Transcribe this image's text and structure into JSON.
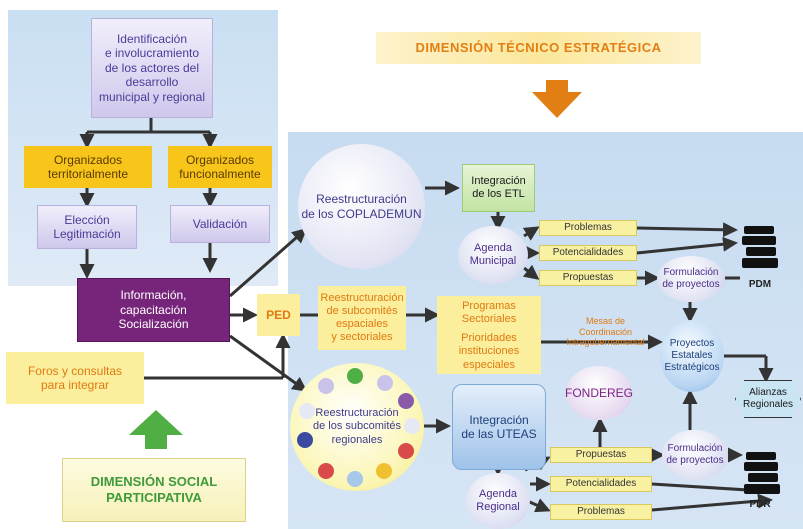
{
  "colors": {
    "accent_orange": "#e27f14",
    "accent_green": "#4fae44",
    "purple": "#77257a",
    "lavender": "#4b3a98"
  },
  "headers": {
    "tecnico": "DIMENSIÓN TÉCNICO ESTRATÉGICA",
    "social": "DIMENSIÓN SOCIAL\nPARTICIPATIVA"
  },
  "left": {
    "identificacion": "Identificación\ne involucramiento\nde los actores del\ndesarrollo\nmunicipal y regional",
    "territorial": "Organizados\nterritorialmente",
    "funcional": "Organizados\nfuncionalmente",
    "eleccion": "Elección\nLegitimación",
    "validacion": "Validación",
    "informacion": "Información,\ncapacitación\nSocialización",
    "foros": "Foros y consultas\npara integrar"
  },
  "center": {
    "ped": "PED",
    "coplademun": "Reestructuración\nde los COPLADEMUN",
    "subcomites_esp": "Reestructuración\nde subcomités\nespaciales\ny sectoriales",
    "subcomites_reg": "Reestructuración\nde los subcomités\nregionales",
    "programas": "Programas\nSectoriales",
    "prioridades": "Prioridades\ninstituciones\nespeciales",
    "mesas": "Mesas de\nCoordinación\nIntragubernamental"
  },
  "municipal": {
    "etl": "Integración\nde los ETL",
    "agenda": "Agenda\nMunicipal",
    "problemas": "Problemas",
    "potencialidades": "Potencialidades",
    "propuestas": "Propuestas",
    "formulacion": "Formulación\nde proyectos",
    "pdm": "PDM"
  },
  "regional": {
    "uteas": "Integración\nde las UTEAS",
    "agenda": "Agenda\nRegional",
    "propuestas": "Propuestas",
    "potencialidades": "Potencialidades",
    "problemas": "Problemas",
    "fondereg": "FONDEREG",
    "formulacion": "Formulación\nde proyectos",
    "pdr": "PDR"
  },
  "estatales": "Proyectos\nEstatales\nEstratégicos",
  "alianzas": "Alianzas\nRegionales"
}
